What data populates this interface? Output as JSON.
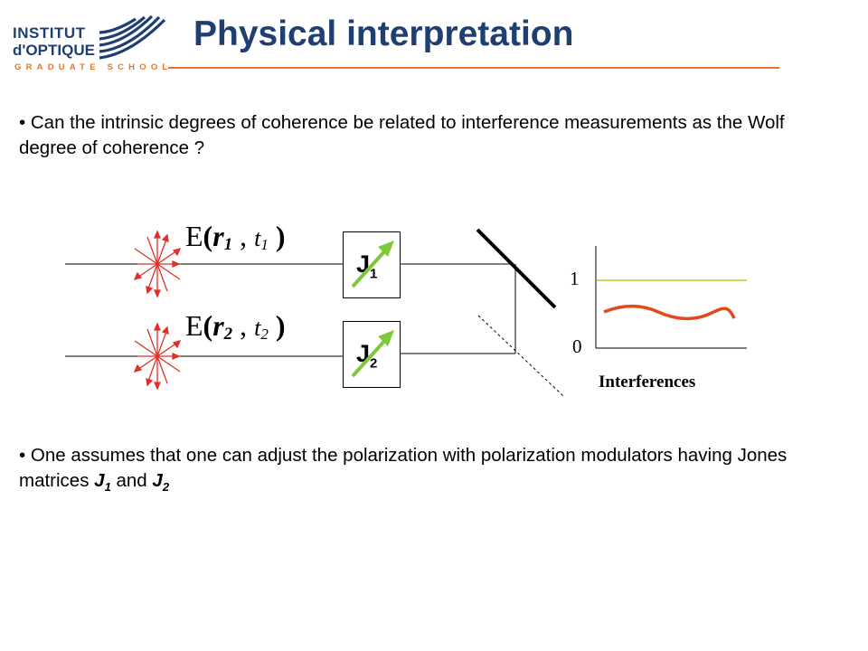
{
  "logo": {
    "line1": "INSTITUT",
    "line2": "d'OPTIQUE",
    "line3": "GRADUATE SCHOOL"
  },
  "title": "Physical interpretation",
  "bullet1": "• Can the intrinsic degrees of coherence be related to interference measurements as the Wolf degree of coherence ?",
  "bullet2": {
    "text": "• One assumes that one can adjust the polarization with polarization modulators having Jones matrices ",
    "j": "J",
    "sub1": "1",
    "and": " and ",
    "sub2": "2"
  },
  "diagram": {
    "field1": {
      "E": "E",
      "r": "r",
      "rsub": "1",
      "comma": " , ",
      "t": "t",
      "tsub": "1"
    },
    "field2": {
      "E": "E",
      "r": "r",
      "rsub": "2",
      "comma": " , ",
      "t": "t",
      "tsub": "2"
    },
    "j1": {
      "label": "J",
      "sub": "1"
    },
    "j2": {
      "label": "J",
      "sub": "2"
    },
    "plot": {
      "y_tick_top": "1",
      "y_tick_bottom": "0",
      "xlabel": "Interferences"
    }
  },
  "colors": {
    "brand_blue": "#1f3f73",
    "brand_orange": "#e8742b",
    "arrow_green": "#7ec83a",
    "source_red": "#e0302a",
    "wave_orange": "#e04a1a",
    "level_line": "#a8c400"
  }
}
